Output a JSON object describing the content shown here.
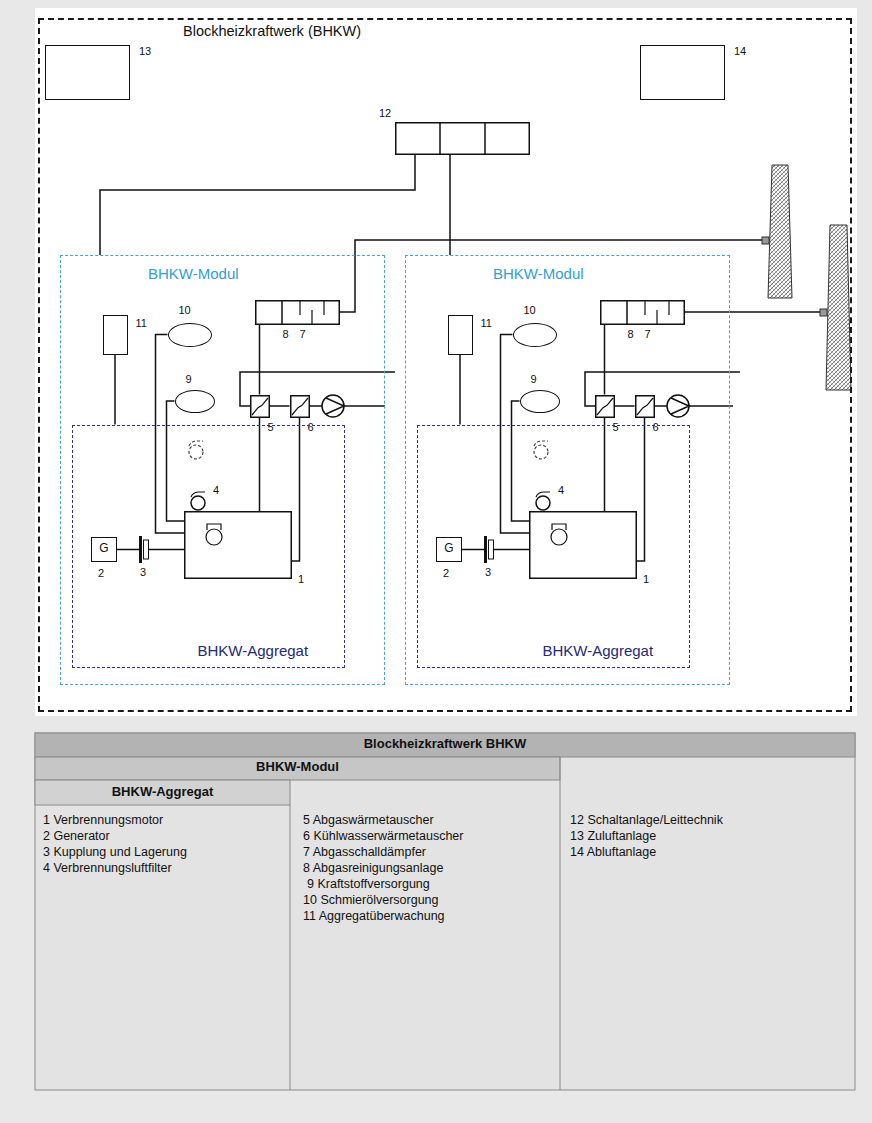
{
  "diagram": {
    "nodes": [
      {
        "text": [
          "Blockheizkraftwerk (BHKW)"
        ]
      },
      {
        "text": [
          "13"
        ],
        "in": 0
      },
      {
        "text": [
          "14"
        ],
        "in": 0
      },
      {
        "text": [
          "12"
        ],
        "in": 0
      },
      {
        "text": [
          "BHKW-Modul"
        ],
        "in": 0
      },
      {
        "text": [
          "10"
        ],
        "in": 4
      },
      {
        "text": [
          "8",
          "7"
        ],
        "in": 4
      },
      {
        "text": [
          "11"
        ],
        "in": 4
      },
      {
        "text": [
          "9"
        ],
        "in": 4
      },
      {
        "text": [
          "5"
        ],
        "in": 4
      },
      {
        "text": [
          "6"
        ],
        "in": 4
      },
      {
        "text": [
          "BHKW-Aggregat"
        ],
        "in": 4
      },
      {
        "text": [
          "4"
        ],
        "in": 11
      },
      {
        "text": [
          "G",
          "2"
        ],
        "in": 11
      },
      {
        "text": [
          "3"
        ],
        "in": 11
      },
      {
        "text": [
          "1"
        ],
        "in": 11
      },
      {
        "text": [
          "BHKW-Modul"
        ],
        "in": 0
      },
      {
        "text": [
          "10"
        ],
        "in": 16
      },
      {
        "text": [
          "8",
          "7"
        ],
        "in": 16
      },
      {
        "text": [
          "11"
        ],
        "in": 16
      },
      {
        "text": [
          "9"
        ],
        "in": 16
      },
      {
        "text": [
          "5"
        ],
        "in": 16
      },
      {
        "text": [
          "6"
        ],
        "in": 16
      },
      {
        "text": [
          "BHKW-Aggregat"
        ],
        "in": 16
      },
      {
        "text": [
          "4"
        ],
        "in": 23
      },
      {
        "text": [
          "G",
          "2"
        ],
        "in": 23
      },
      {
        "text": [
          "3"
        ],
        "in": 23
      },
      {
        "text": [
          "1"
        ],
        "in": 23
      }
    ],
    "edges": [
      {
        "from": 3,
        "to": 4,
        "arrow": "none"
      },
      {
        "from": 3,
        "to": 16,
        "arrow": "none"
      },
      {
        "from": 5,
        "to": 15,
        "arrow": "none"
      },
      {
        "from": 8,
        "to": 15,
        "arrow": "none"
      },
      {
        "from": 9,
        "to": 6,
        "arrow": "none"
      },
      {
        "from": 9,
        "to": 15,
        "arrow": "none"
      },
      {
        "from": 9,
        "to": 10,
        "arrow": "none"
      },
      {
        "from": 10,
        "to": 15,
        "arrow": "none"
      },
      {
        "from": 7,
        "to": 11,
        "arrow": "none"
      },
      {
        "from": 13,
        "to": 14,
        "arrow": "none"
      },
      {
        "from": 14,
        "to": 15,
        "arrow": "none"
      },
      {
        "from": 17,
        "to": 27,
        "arrow": "none"
      },
      {
        "from": 20,
        "to": 27,
        "arrow": "none"
      },
      {
        "from": 21,
        "to": 18,
        "arrow": "none"
      },
      {
        "from": 21,
        "to": 27,
        "arrow": "none"
      },
      {
        "from": 21,
        "to": 22,
        "arrow": "none"
      },
      {
        "from": 22,
        "to": 27,
        "arrow": "none"
      },
      {
        "from": 19,
        "to": 23,
        "arrow": "none"
      },
      {
        "from": 25,
        "to": 26,
        "arrow": "none"
      },
      {
        "from": 26,
        "to": 27,
        "arrow": "none"
      }
    ],
    "labels": [
      "Blockheizkraftwerk BHKW",
      "BHKW-Modul",
      "BHKW-Aggregat",
      "1 Verbrennungsmotor",
      "2 Generator",
      "3 Kupplung und Lagerung",
      "4 Verbrennungsluftfilter",
      "5 Abgaswärmetauscher",
      "6 Kühlwasserwärmetauscher",
      "7 Abgasschalldämpfer",
      "8 Abgasreinigungsanlage",
      "9 Kraftstoffversorgung",
      "10 Schmierölversorgung",
      "11 Aggregatüberwachung",
      "12 Schaltanlage/Leittechnik",
      "13 Zuluftanlage",
      "14 Abluftanlage"
    ]
  }
}
